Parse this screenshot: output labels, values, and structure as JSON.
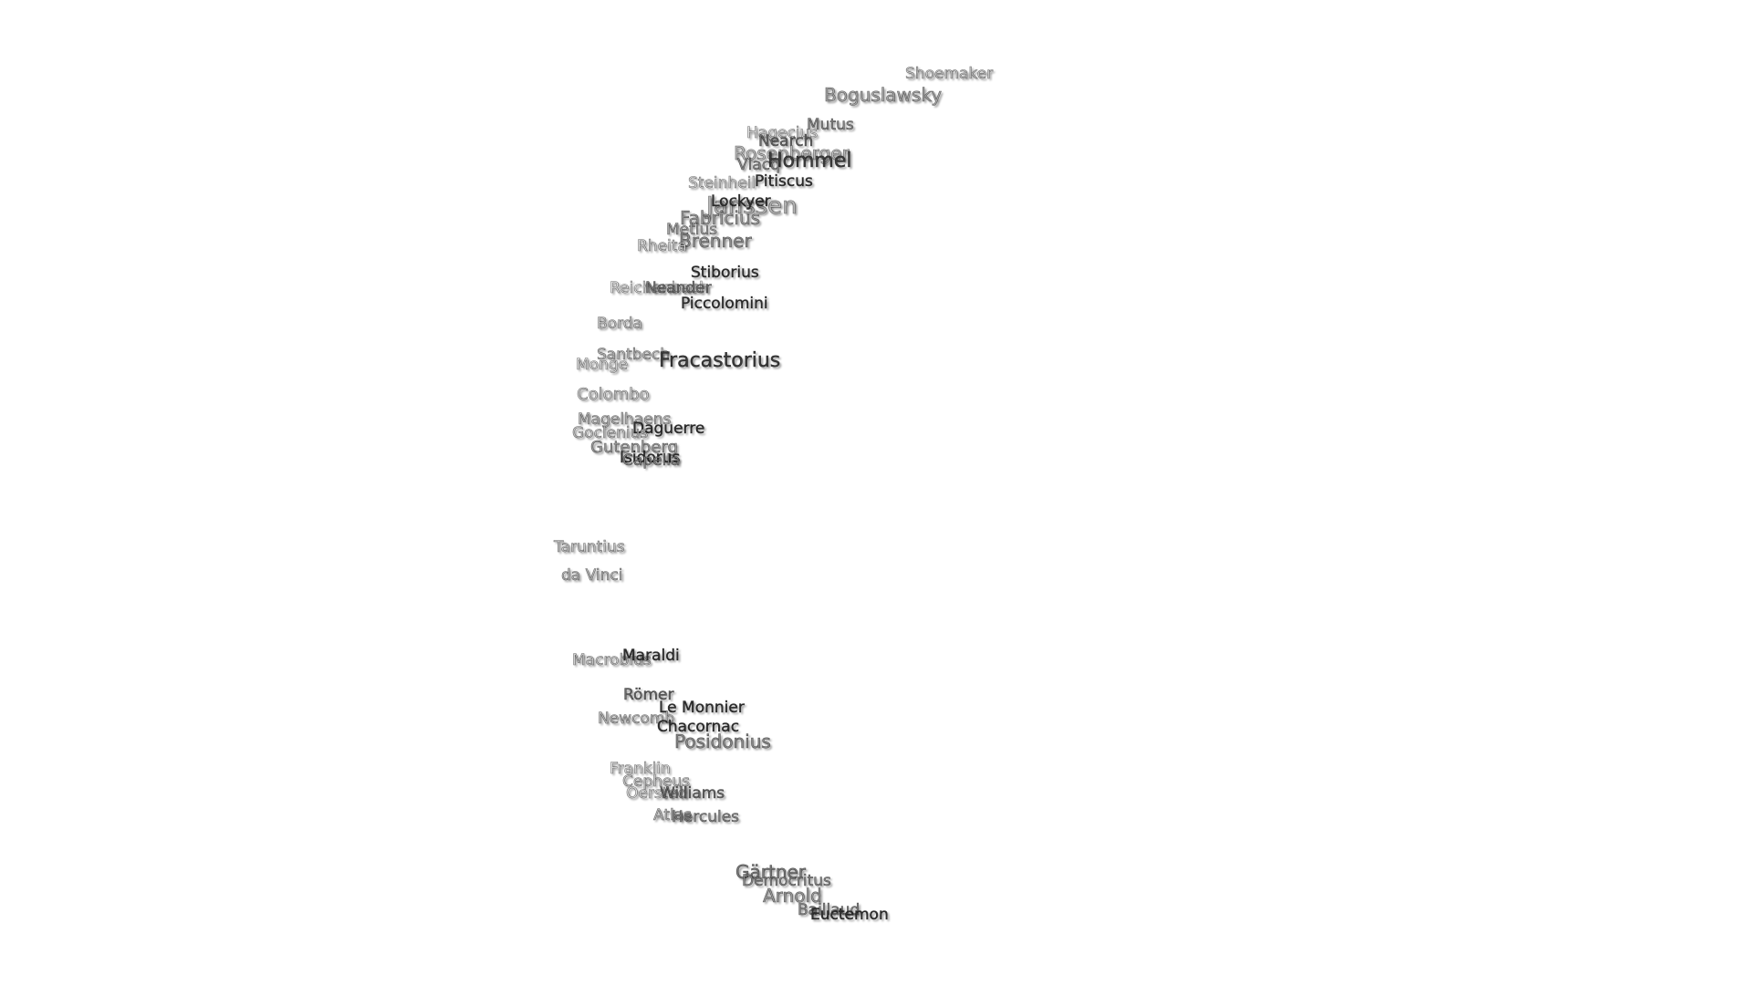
{
  "craters": [
    {
      "name": "Shoemaker",
      "color": "#d0d0d0"
    },
    {
      "name": "Boguslawsky",
      "color": "#a8a8a8"
    },
    {
      "name": "Mutus",
      "color": "#8a8a8a"
    },
    {
      "name": "Hagecius",
      "color": "#e2e2e2"
    },
    {
      "name": "Nearch",
      "color": "#6a6a6a"
    },
    {
      "name": "Rosenberger",
      "color": "#c0c0c0"
    },
    {
      "name": "Hommel",
      "color": "#3c3c3c"
    },
    {
      "name": "Vlacq",
      "color": "#8c8c8c"
    },
    {
      "name": "Steinheil",
      "color": "#e0e0e0"
    },
    {
      "name": "Pitiscus",
      "color": "#303030"
    },
    {
      "name": "Janssen",
      "color": "#b8b8b8"
    },
    {
      "name": "Lockyer",
      "color": "#303030"
    },
    {
      "name": "Fabricius",
      "color": "#9a9a9a"
    },
    {
      "name": "Metius",
      "color": "#a4a4a4"
    },
    {
      "name": "Brenner",
      "color": "#8c8c8c"
    },
    {
      "name": "Rheita",
      "color": "#dcdcdc"
    },
    {
      "name": "Stiborius",
      "color": "#303030"
    },
    {
      "name": "Reichenbach",
      "color": "#ececec"
    },
    {
      "name": "Neander",
      "color": "#7a7a7a"
    },
    {
      "name": "Piccolomini",
      "color": "#303030"
    },
    {
      "name": "Borda",
      "color": "#cccccc"
    },
    {
      "name": "Santbech",
      "color": "#bdbdbd"
    },
    {
      "name": "Monge",
      "color": "#e4e4e4"
    },
    {
      "name": "Fracastorius",
      "color": "#3a3a3a"
    },
    {
      "name": "Colombo",
      "color": "#d2d2d2"
    },
    {
      "name": "Magelhaens",
      "color": "#bcbcbc"
    },
    {
      "name": "Daguerre",
      "color": "#303030"
    },
    {
      "name": "Goclenius",
      "color": "#cacaca"
    },
    {
      "name": "Gutenberg",
      "color": "#a0a0a0"
    },
    {
      "name": "Isidorus",
      "color": "#303030"
    },
    {
      "name": "Capella",
      "color": "#8a8a8a"
    },
    {
      "name": "Taruntius",
      "color": "#d0d0d0"
    },
    {
      "name": "da Vinci",
      "color": "#bcbcbc"
    },
    {
      "name": "Macrobius",
      "color": "#d2d2d2"
    },
    {
      "name": "Maraldi",
      "color": "#303030"
    },
    {
      "name": "Römer",
      "color": "#6a6a6a"
    },
    {
      "name": "Le Monnier",
      "color": "#303030"
    },
    {
      "name": "Newcomb",
      "color": "#c0c0c0"
    },
    {
      "name": "Chacornac",
      "color": "#303030"
    },
    {
      "name": "Posidonius",
      "color": "#8a8a8a"
    },
    {
      "name": "Franklin",
      "color": "#e8e8e8"
    },
    {
      "name": "Cepheus",
      "color": "#d0d0d0"
    },
    {
      "name": "Oersted",
      "color": "#e2e2e2"
    },
    {
      "name": "Williams",
      "color": "#6a6a6a"
    },
    {
      "name": "Atlas",
      "color": "#bdbdbd"
    },
    {
      "name": "Hercules",
      "color": "#8a8a8a"
    },
    {
      "name": "Gärtner",
      "color": "#7a7a7a"
    },
    {
      "name": "Democritus",
      "color": "#8a8a8a"
    },
    {
      "name": "Arnold",
      "color": "#9a9a9a"
    },
    {
      "name": "Baillaud",
      "color": "#8a8a8a"
    },
    {
      "name": "Euctemon",
      "color": "#303030"
    }
  ]
}
